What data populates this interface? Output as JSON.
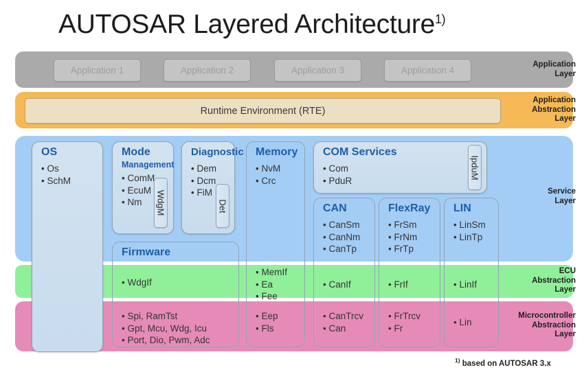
{
  "title": {
    "text": "AUTOSAR Layered Architecture",
    "superscript": "1)"
  },
  "footnote": {
    "superscript": "1)",
    "text": " based on AUTOSAR 3.x"
  },
  "colors": {
    "application_layer": "#aaaaaa",
    "application_abstraction_layer": "#f5b955",
    "service_layer": "#a4cdf5",
    "ecu_abstraction_layer": "#90f09a",
    "microcontroller_abstraction_layer": "#e68bb8",
    "module_box": "#cfdfee",
    "header_text": "#1d5ea8",
    "rte_box": "#eddfc2",
    "app_box": "#c4c4c4"
  },
  "layers": [
    {
      "id": "application",
      "label": "Application\nLayer"
    },
    {
      "id": "app_abstraction",
      "label": "Application\nAbstraction\nLayer"
    },
    {
      "id": "service",
      "label": "Service\nLayer"
    },
    {
      "id": "ecu_abstraction",
      "label": "ECU\nAbstraction\nLayer"
    },
    {
      "id": "mcu_abstraction",
      "label": "Microcontroller\nAbstraction\nLayer"
    }
  ],
  "application_layer": {
    "label_line1": "Application",
    "label_line2": "Layer",
    "applications": [
      {
        "label": "Application 1"
      },
      {
        "label": "Application 2"
      },
      {
        "label": "Application 3"
      },
      {
        "label": "Application 4"
      }
    ]
  },
  "application_abstraction_layer": {
    "label_line1": "Application",
    "label_line2": "Abstraction",
    "label_line3": "Layer",
    "rte": {
      "label": "Runtime Environment (RTE)"
    }
  },
  "service_layer": {
    "label_line1": "Service",
    "label_line2": "Layer"
  },
  "ecu_abstraction_layer": {
    "label_line1": "ECU",
    "label_line2": "Abstraction",
    "label_line3": "Layer"
  },
  "mcu_abstraction_layer": {
    "label_line1": "Microcontroller",
    "label_line2": "Abstraction",
    "label_line3": "Layer"
  },
  "modules": {
    "os": {
      "title": "OS",
      "items": [
        "Os",
        "SchM"
      ]
    },
    "mode_management": {
      "title": "Mode",
      "subtitle": "Management",
      "items": [
        "ComM",
        "EcuM",
        "Nm"
      ],
      "tab": "WdgM"
    },
    "diagnostic": {
      "title": "Diagnostic",
      "items": [
        "Dem",
        "Dcm",
        "FiM"
      ],
      "tab": "Det"
    },
    "memory": {
      "title": "Memory",
      "service_items": [
        "NvM",
        "Crc"
      ],
      "ecu_items": [
        "MemIf",
        "Ea",
        "Fee"
      ],
      "mcu_items": [
        "Eep",
        "Fls"
      ]
    },
    "com_services": {
      "title": "COM Services",
      "items": [
        "Com",
        "PduR"
      ],
      "tab": "IpduM"
    },
    "can": {
      "title": "CAN",
      "service_items": [
        "CanSm",
        "CanNm",
        "CanTp"
      ],
      "ecu_items": [
        "CanIf"
      ],
      "mcu_items": [
        "CanTrcv",
        "Can"
      ]
    },
    "flexray": {
      "title": "FlexRay",
      "service_items": [
        "FrSm",
        "FrNm",
        "FrTp"
      ],
      "ecu_items": [
        "FrIf"
      ],
      "mcu_items": [
        "FrTrcv",
        "Fr"
      ]
    },
    "lin": {
      "title": "LIN",
      "service_items": [
        "LinSm",
        "LinTp"
      ],
      "ecu_items": [
        "LinIf"
      ],
      "mcu_items": [
        "Lin"
      ]
    },
    "firmware": {
      "title": "Firmware",
      "ecu_items": [
        "WdgIf"
      ],
      "mcu_items": [
        "Spi, RamTst",
        "Gpt, Mcu, Wdg, Icu",
        "Port, Dio, Pwm, Adc"
      ]
    }
  }
}
